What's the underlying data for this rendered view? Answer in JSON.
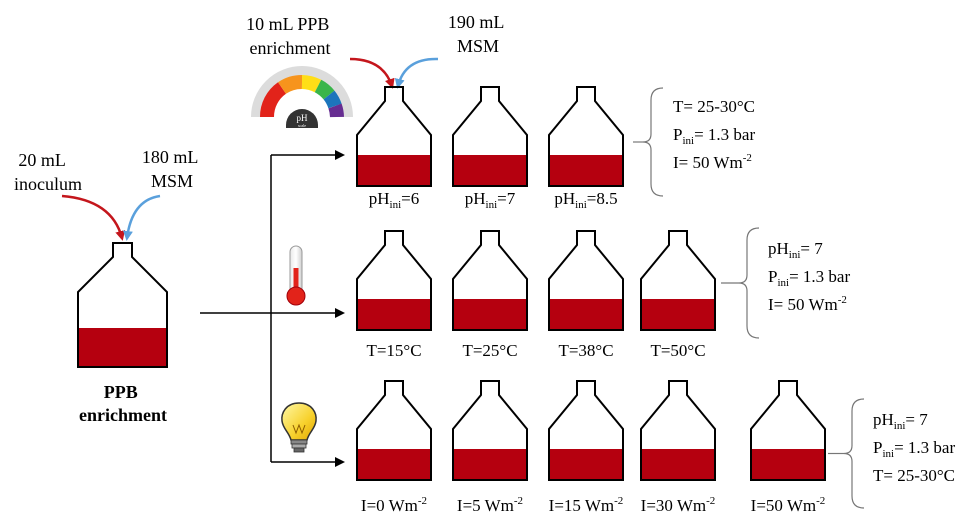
{
  "enrichment": {
    "inoculum_label": [
      "20 mL",
      "inoculum"
    ],
    "msm_label": [
      "180 mL",
      "MSM"
    ],
    "bottle_title": [
      "PPB",
      "enrichment"
    ]
  },
  "ph_row": {
    "enrichment_label": [
      "10 mL PPB",
      "enrichment"
    ],
    "msm_label": [
      "190 mL",
      "MSM"
    ],
    "bottles": [
      {
        "base": "pH",
        "sub": "ini",
        "rest": "=6"
      },
      {
        "base": "pH",
        "sub": "ini",
        "rest": "=7"
      },
      {
        "base": "pH",
        "sub": "ini",
        "rest": "=8.5"
      }
    ],
    "conditions": [
      [
        {
          "t": "T= 25-30°C"
        }
      ],
      [
        {
          "t": "P"
        },
        {
          "t": "ini",
          "sub": true
        },
        {
          "t": "= 1.3 bar"
        }
      ],
      [
        {
          "t": "I= 50 Wm"
        },
        {
          "t": "-2",
          "sup": true
        }
      ]
    ]
  },
  "temp_row": {
    "bottles": [
      {
        "base": "T=15°C"
      },
      {
        "base": "T=25°C"
      },
      {
        "base": "T=38°C"
      },
      {
        "base": "T=50°C"
      }
    ],
    "conditions": [
      [
        {
          "t": "pH"
        },
        {
          "t": "ini",
          "sub": true
        },
        {
          "t": "= 7"
        }
      ],
      [
        {
          "t": "P"
        },
        {
          "t": "ini",
          "sub": true
        },
        {
          "t": "= 1.3 bar"
        }
      ],
      [
        {
          "t": "I= 50 Wm"
        },
        {
          "t": "-2",
          "sup": true
        }
      ]
    ]
  },
  "light_row": {
    "bottles": [
      {
        "base": "I=0 Wm",
        "sup": "-2"
      },
      {
        "base": "I=5 Wm",
        "sup": "-2"
      },
      {
        "base": "I=15 Wm",
        "sup": "-2"
      },
      {
        "base": "I=30 Wm",
        "sup": "-2"
      },
      {
        "base": "I=50 Wm",
        "sup": "-2"
      }
    ],
    "conditions": [
      [
        {
          "t": "pH"
        },
        {
          "t": "ini",
          "sub": true
        },
        {
          "t": "= 7"
        }
      ],
      [
        {
          "t": "P"
        },
        {
          "t": "ini",
          "sub": true
        },
        {
          "t": "= 1.3 bar"
        }
      ],
      [
        {
          "t": "T= 25-30°C"
        }
      ]
    ]
  },
  "ph_scale_icon": {
    "center_text": "pH",
    "small_text": "scale"
  },
  "colors": {
    "liquid": "#b5000f",
    "red_arrow": "#c4161c",
    "blue_arrow": "#5aa0dc",
    "outline": "#000000",
    "bracket": "#777777"
  }
}
